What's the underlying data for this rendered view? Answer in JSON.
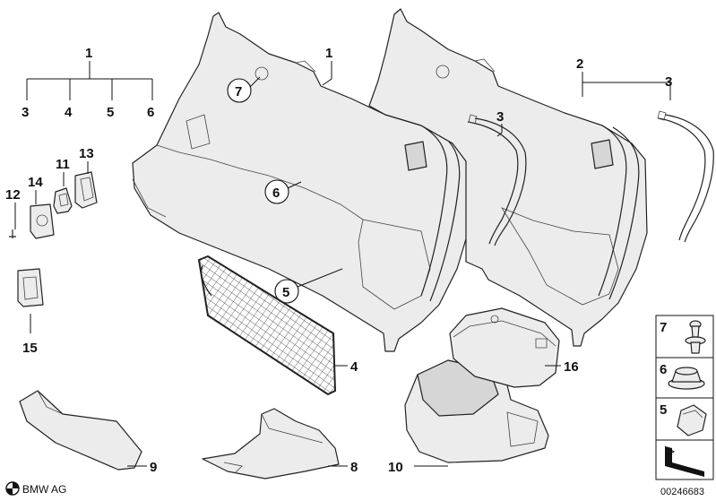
{
  "labels": {
    "l1_top": "1",
    "l3": "3",
    "l4": "4",
    "l5": "5",
    "l6": "6",
    "l1_main": "1",
    "l2": "2",
    "l3_mid": "3",
    "l3_right": "3",
    "l11": "11",
    "l12": "12",
    "l13": "13",
    "l14": "14",
    "l15": "15",
    "l4_net": "4",
    "l9": "9",
    "l8": "8",
    "l10": "10",
    "l16": "16",
    "c7": "7",
    "c6": "6",
    "c5": "5",
    "s7": "7",
    "s6": "6",
    "s5": "5"
  },
  "footer": {
    "brand": "BMW AG",
    "ref": "00246683"
  },
  "icons": {
    "brand_logo": "bmw-roundel-icon",
    "direction_arrow": "arrow-icon"
  }
}
